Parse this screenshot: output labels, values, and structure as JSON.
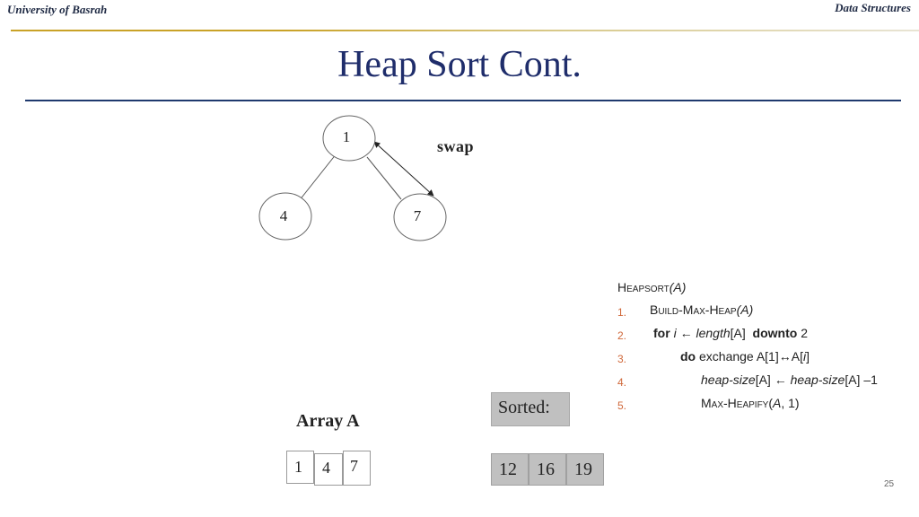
{
  "header": {
    "left": "University of Basrah",
    "right": "Data Structures"
  },
  "slide": {
    "title": "Heap Sort Cont.",
    "page_number": "25"
  },
  "tree": {
    "root": "1",
    "left": "4",
    "right": "7",
    "swap_label": "swap"
  },
  "array": {
    "label": "Array A",
    "cells": [
      "1",
      "4",
      "7"
    ]
  },
  "sorted": {
    "label": "Sorted:",
    "cells": [
      "12",
      "16",
      "19"
    ]
  },
  "algorithm": {
    "title_sc": "Heapsort",
    "title_arg": "(A)",
    "lines": [
      {
        "num": "1.",
        "a": "Build-Max-Heap",
        "b": "(A)"
      },
      {
        "num": "2.",
        "kw1": "for",
        "i": "i",
        "arrow": "←",
        "len": "length",
        "lenarg": "[A]",
        "kw2": "downto",
        "end": "2"
      },
      {
        "num": "3.",
        "kw": "do",
        "text": "exchange A[1]↔A[",
        "iv": "i",
        "close": "]"
      },
      {
        "num": "4.",
        "hs1": "heap-size",
        "mid": "[A] ← ",
        "hs2": "heap-size",
        "tail": "[A] –1"
      },
      {
        "num": "5.",
        "a": "Max-Heapify",
        "b": "(",
        "arg": "A",
        "c": ", 1)"
      }
    ]
  }
}
